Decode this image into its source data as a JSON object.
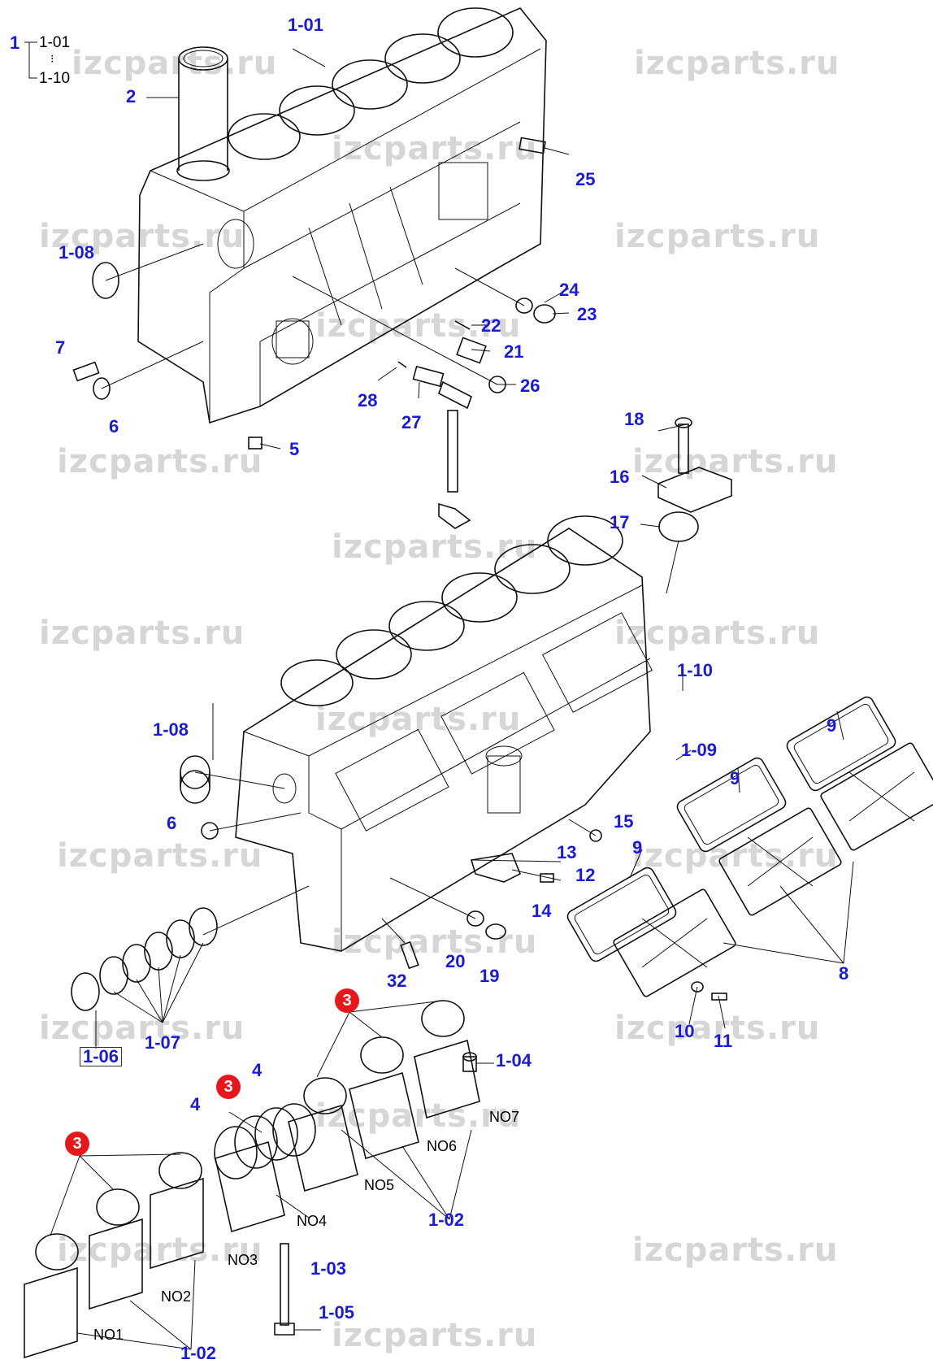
{
  "watermark": "izcparts.ru",
  "bom": {
    "root": "1",
    "first": "1-01",
    "dots": "⁝",
    "last": "1-10"
  },
  "callouts": [
    {
      "id": "c-1-01",
      "text": "1-01"
    },
    {
      "id": "c-2",
      "text": "2"
    },
    {
      "id": "c-25",
      "text": "25"
    },
    {
      "id": "c-1-08a",
      "text": "1-08"
    },
    {
      "id": "c-24",
      "text": "24"
    },
    {
      "id": "c-23",
      "text": "23"
    },
    {
      "id": "c-22",
      "text": "22"
    },
    {
      "id": "c-21",
      "text": "21"
    },
    {
      "id": "c-7",
      "text": "7"
    },
    {
      "id": "c-26",
      "text": "26"
    },
    {
      "id": "c-28",
      "text": "28"
    },
    {
      "id": "c-27",
      "text": "27"
    },
    {
      "id": "c-6a",
      "text": "6"
    },
    {
      "id": "c-5",
      "text": "5"
    },
    {
      "id": "c-18",
      "text": "18"
    },
    {
      "id": "c-16",
      "text": "16"
    },
    {
      "id": "c-17",
      "text": "17"
    },
    {
      "id": "c-1-10",
      "text": "1-10"
    },
    {
      "id": "c-1-08b",
      "text": "1-08"
    },
    {
      "id": "c-9a",
      "text": "9"
    },
    {
      "id": "c-1-09",
      "text": "1-09"
    },
    {
      "id": "c-9b",
      "text": "9"
    },
    {
      "id": "c-6b",
      "text": "6"
    },
    {
      "id": "c-15",
      "text": "15"
    },
    {
      "id": "c-9c",
      "text": "9"
    },
    {
      "id": "c-13",
      "text": "13"
    },
    {
      "id": "c-12",
      "text": "12"
    },
    {
      "id": "c-14",
      "text": "14"
    },
    {
      "id": "c-20",
      "text": "20"
    },
    {
      "id": "c-19",
      "text": "19"
    },
    {
      "id": "c-32",
      "text": "32"
    },
    {
      "id": "c-8",
      "text": "8"
    },
    {
      "id": "c-10",
      "text": "10"
    },
    {
      "id": "c-11",
      "text": "11"
    },
    {
      "id": "c-1-06",
      "text": "1-06"
    },
    {
      "id": "c-1-07",
      "text": "1-07"
    },
    {
      "id": "c-1-04",
      "text": "1-04"
    },
    {
      "id": "c-4a",
      "text": "4"
    },
    {
      "id": "c-4b",
      "text": "4"
    },
    {
      "id": "c-1-02a",
      "text": "1-02"
    },
    {
      "id": "c-1-03",
      "text": "1-03"
    },
    {
      "id": "c-1-05",
      "text": "1-05"
    },
    {
      "id": "c-1-02b",
      "text": "1-02"
    }
  ],
  "badges": [
    {
      "id": "b-3a",
      "text": "3"
    },
    {
      "id": "b-3b",
      "text": "3"
    },
    {
      "id": "b-3c",
      "text": "3"
    }
  ],
  "caps": [
    {
      "id": "no7",
      "text": "NO7"
    },
    {
      "id": "no6",
      "text": "NO6"
    },
    {
      "id": "no5",
      "text": "NO5"
    },
    {
      "id": "no4",
      "text": "NO4"
    },
    {
      "id": "no3",
      "text": "NO3"
    },
    {
      "id": "no2",
      "text": "NO2"
    },
    {
      "id": "no1",
      "text": "NO1"
    }
  ],
  "colors": {
    "callout": "#1a1adc",
    "badge": "#e8171c",
    "watermark": "#d6d6d6"
  }
}
